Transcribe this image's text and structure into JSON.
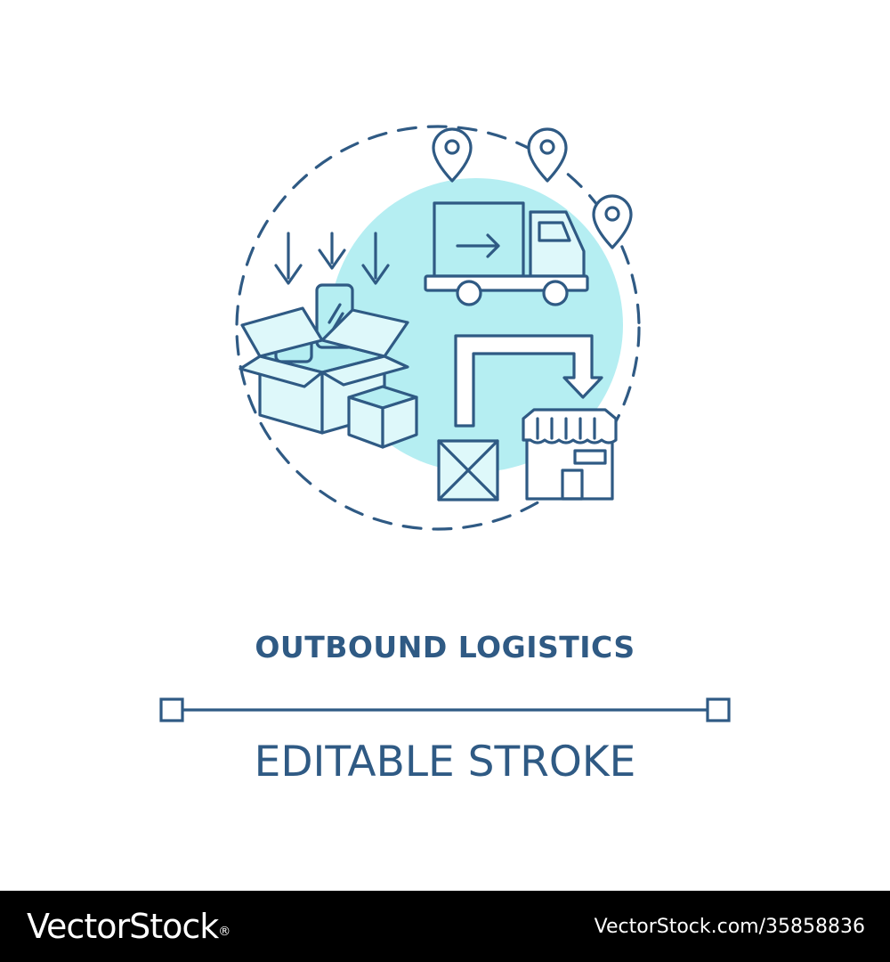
{
  "illustration": {
    "icons": [
      "dashed-circle",
      "shipping-box-icon",
      "smartphone-icon",
      "down-arrow-icon",
      "cube-icon",
      "delivery-truck-icon",
      "location-pin-icon",
      "bent-arrow-icon",
      "crate-icon",
      "storefront-icon"
    ],
    "colors": {
      "stroke": "#2f5a84",
      "fill": "#b5eef2",
      "fill_light": "#def8fa"
    }
  },
  "title": "OUTBOUND LOGISTICS",
  "subtitle": "EDITABLE STROKE",
  "footer": {
    "brand": "VectorStock",
    "brand_mark": "®",
    "image_id": "VectorStock.com/35858836",
    "background": "#000000"
  }
}
